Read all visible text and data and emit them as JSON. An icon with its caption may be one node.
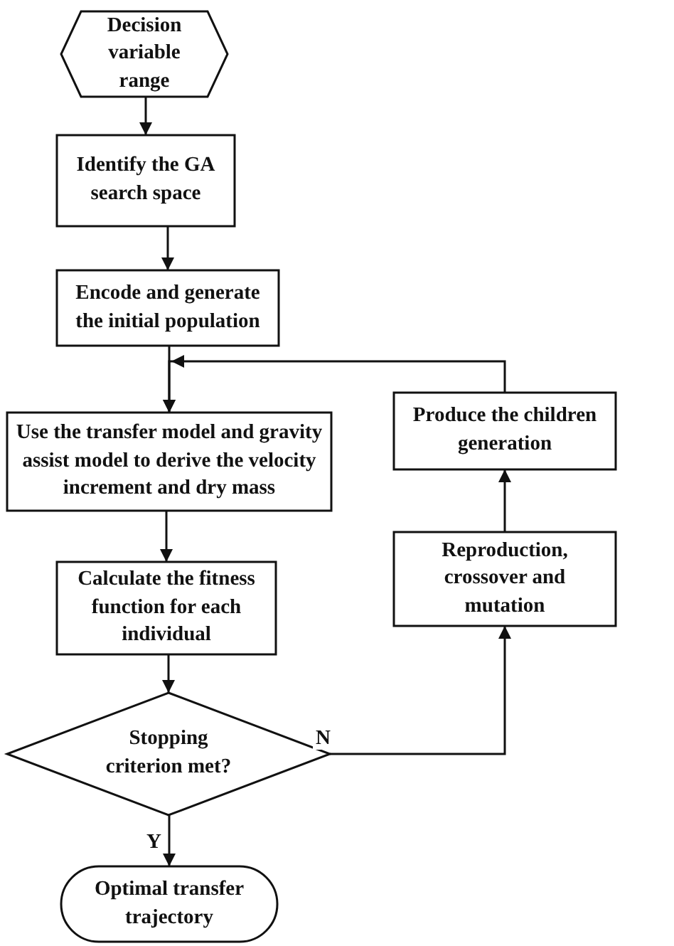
{
  "diagram": {
    "nodes": [
      {
        "text": [
          "Decision variable range"
        ]
      },
      {
        "text": [
          "Identify the GA search space"
        ]
      },
      {
        "text": [
          "Encode and generate the initial population"
        ]
      },
      {
        "text": [
          "Use the transfer model and gravity assist model to derive the velocity increment and dry mass"
        ]
      },
      {
        "text": [
          "Calculate the fitness function for each individual"
        ]
      },
      {
        "text": [
          "Stopping criterion met?"
        ]
      },
      {
        "text": [
          "Optimal transfer trajectory"
        ]
      },
      {
        "text": [
          "Reproduction, crossover and mutation"
        ]
      },
      {
        "text": [
          "Produce the children generation"
        ]
      }
    ],
    "edges": [
      {
        "from": 0,
        "to": 1,
        "arrow": "to"
      },
      {
        "from": 1,
        "to": 2,
        "arrow": "to"
      },
      {
        "from": 2,
        "to": 3,
        "arrow": "to"
      },
      {
        "from": 3,
        "to": 4,
        "arrow": "to"
      },
      {
        "from": 4,
        "to": 5,
        "arrow": "to"
      },
      {
        "from": 5,
        "to": 6,
        "label": "Y",
        "arrow": "to"
      },
      {
        "from": 5,
        "to": 7,
        "label": "N",
        "arrow": "to"
      },
      {
        "from": 7,
        "to": 8,
        "arrow": "to"
      },
      {
        "from": 8,
        "to": 3,
        "arrow": "to"
      }
    ]
  }
}
